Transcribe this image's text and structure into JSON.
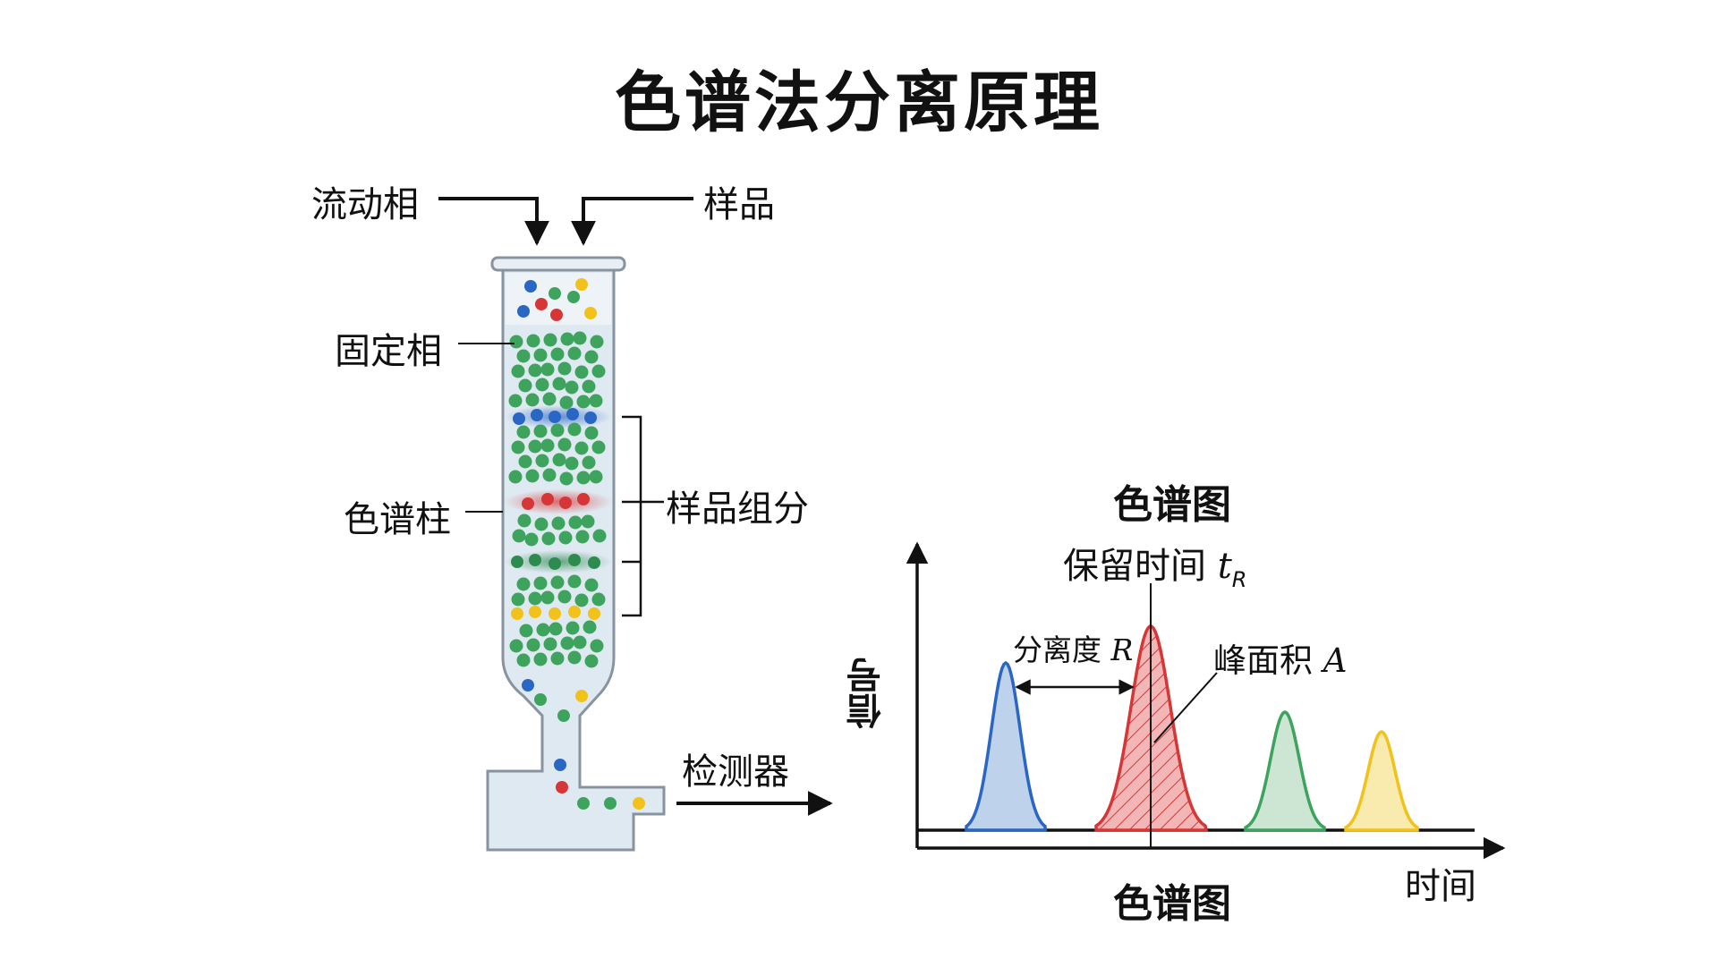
{
  "title": "色谱法分离原理",
  "column_labels": {
    "mobile_phase": "流动相",
    "sample": "样品",
    "stationary_phase": "固定相",
    "column": "色谱柱",
    "sample_components": "样品组分",
    "detector": "检测器"
  },
  "chromatogram": {
    "heading": "色谱图",
    "footer": "色谱图",
    "y_axis_label": "信号",
    "x_axis_label": "时间",
    "retention_time_label": "保留时间",
    "retention_time_symbol": "t",
    "retention_time_subscript": "R",
    "resolution_label": "分离度",
    "resolution_symbol": "R",
    "peak_area_label": "峰面积",
    "peak_area_symbol": "A"
  },
  "colors": {
    "blue": "#2a66c4",
    "red": "#d63636",
    "green": "#3ea35c",
    "yellow": "#f2c21b",
    "column_fill": "#dfe9f1",
    "column_stroke": "#8893a0"
  }
}
